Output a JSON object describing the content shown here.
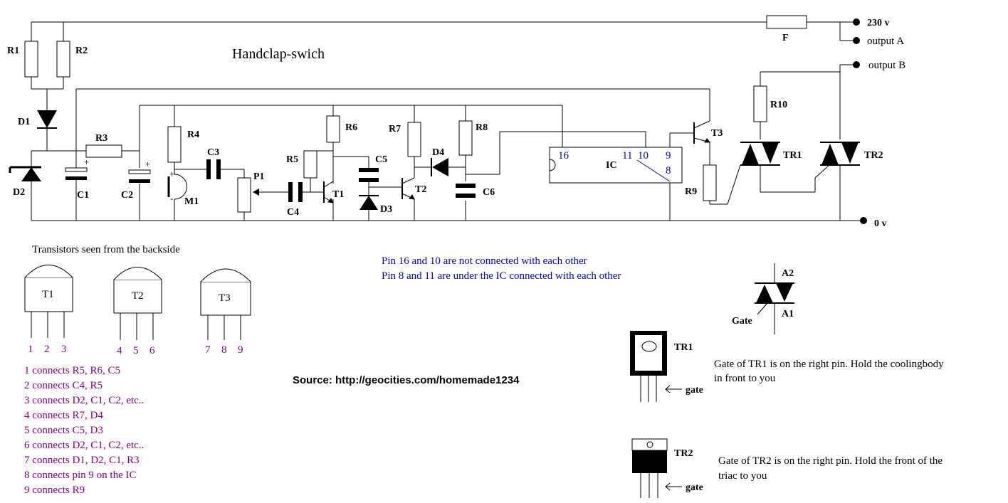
{
  "title": "Handclap-swich",
  "terminals": {
    "supply": "230 v",
    "output_a": "output A",
    "output_b": "output B",
    "ground": "0 v"
  },
  "components": {
    "R1": "R1",
    "R2": "R2",
    "R3": "R3",
    "R4": "R4",
    "R5": "R5",
    "R6": "R6",
    "R7": "R7",
    "R8": "R8",
    "R9": "R9",
    "R10": "R10",
    "C1": "C1",
    "C2": "C2",
    "C3": "C3",
    "C4": "C4",
    "C5": "C5",
    "C6": "C6",
    "D1": "D1",
    "D2": "D2",
    "D3": "D3",
    "D4": "D4",
    "T1": "T1",
    "T2": "T2",
    "T3": "T3",
    "M1": "M1",
    "P1": "P1",
    "F": "F",
    "IC": "IC",
    "TR1": "TR1",
    "TR2": "TR2"
  },
  "ic_pins": {
    "p16": "16",
    "p11": "11",
    "p10": "10",
    "p9": "9",
    "p8": "8"
  },
  "polarity": {
    "plus": "+",
    "minus": "-"
  },
  "notes": {
    "line1": "Pin 16 and 10 are not connected with each other",
    "line2": "Pin 8 and 11 are under the IC connected with each other"
  },
  "source": "Source: http://geocities.com/homemade1234",
  "transistors_heading": "Transistors seen from the backside",
  "transistor_pins": [
    "1",
    "2",
    "3",
    "4",
    "5",
    "6",
    "7",
    "8",
    "9"
  ],
  "connections": [
    "1 connects R5, R6, C5",
    "2 connects C4, R5",
    "3 connects D2, C1, C2, etc..",
    "4 connects R7, D4",
    "5 connects C5, D3",
    "6 connects D2, C1, C2, etc..",
    "7 connects D1, D2, C1, R3",
    "8 connects pin 9 on the IC",
    "9 connects R9"
  ],
  "triac_symbol": {
    "a2": "A2",
    "a1": "A1",
    "gate": "Gate"
  },
  "triac_packages": {
    "tr1_label": "TR1",
    "tr2_label": "TR2",
    "gate": "gate",
    "tr1_note_line1": "Gate of TR1 is on the right pin. Hold the coolingbody",
    "tr1_note_line2": "in front to you",
    "tr2_note_line1": "Gate of TR2 is on the right pin. Hold the front of the",
    "tr2_note_line2": "triac to you"
  },
  "colors": {
    "ink": "#000000",
    "note_blue": "#0000c8",
    "pin_purple": "#800080"
  }
}
